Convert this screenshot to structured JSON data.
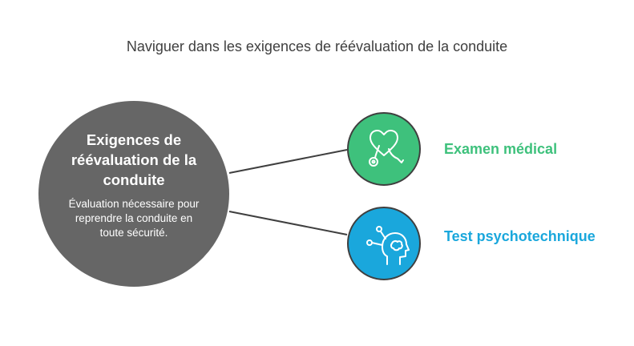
{
  "title": "Naviguer dans les exigences de réévaluation de la conduite",
  "central": {
    "title": "Exigences de réévaluation de la conduite",
    "description": "Évaluation nécessaire pour reprendre la conduite en toute sécurité.",
    "color": "#666666"
  },
  "branches": [
    {
      "label": "Examen médical",
      "icon": "heart-stethoscope-icon",
      "color": "#3ec17c"
    },
    {
      "label": "Test psychotechnique",
      "icon": "head-brain-icon",
      "color": "#1aa7dc"
    }
  ]
}
